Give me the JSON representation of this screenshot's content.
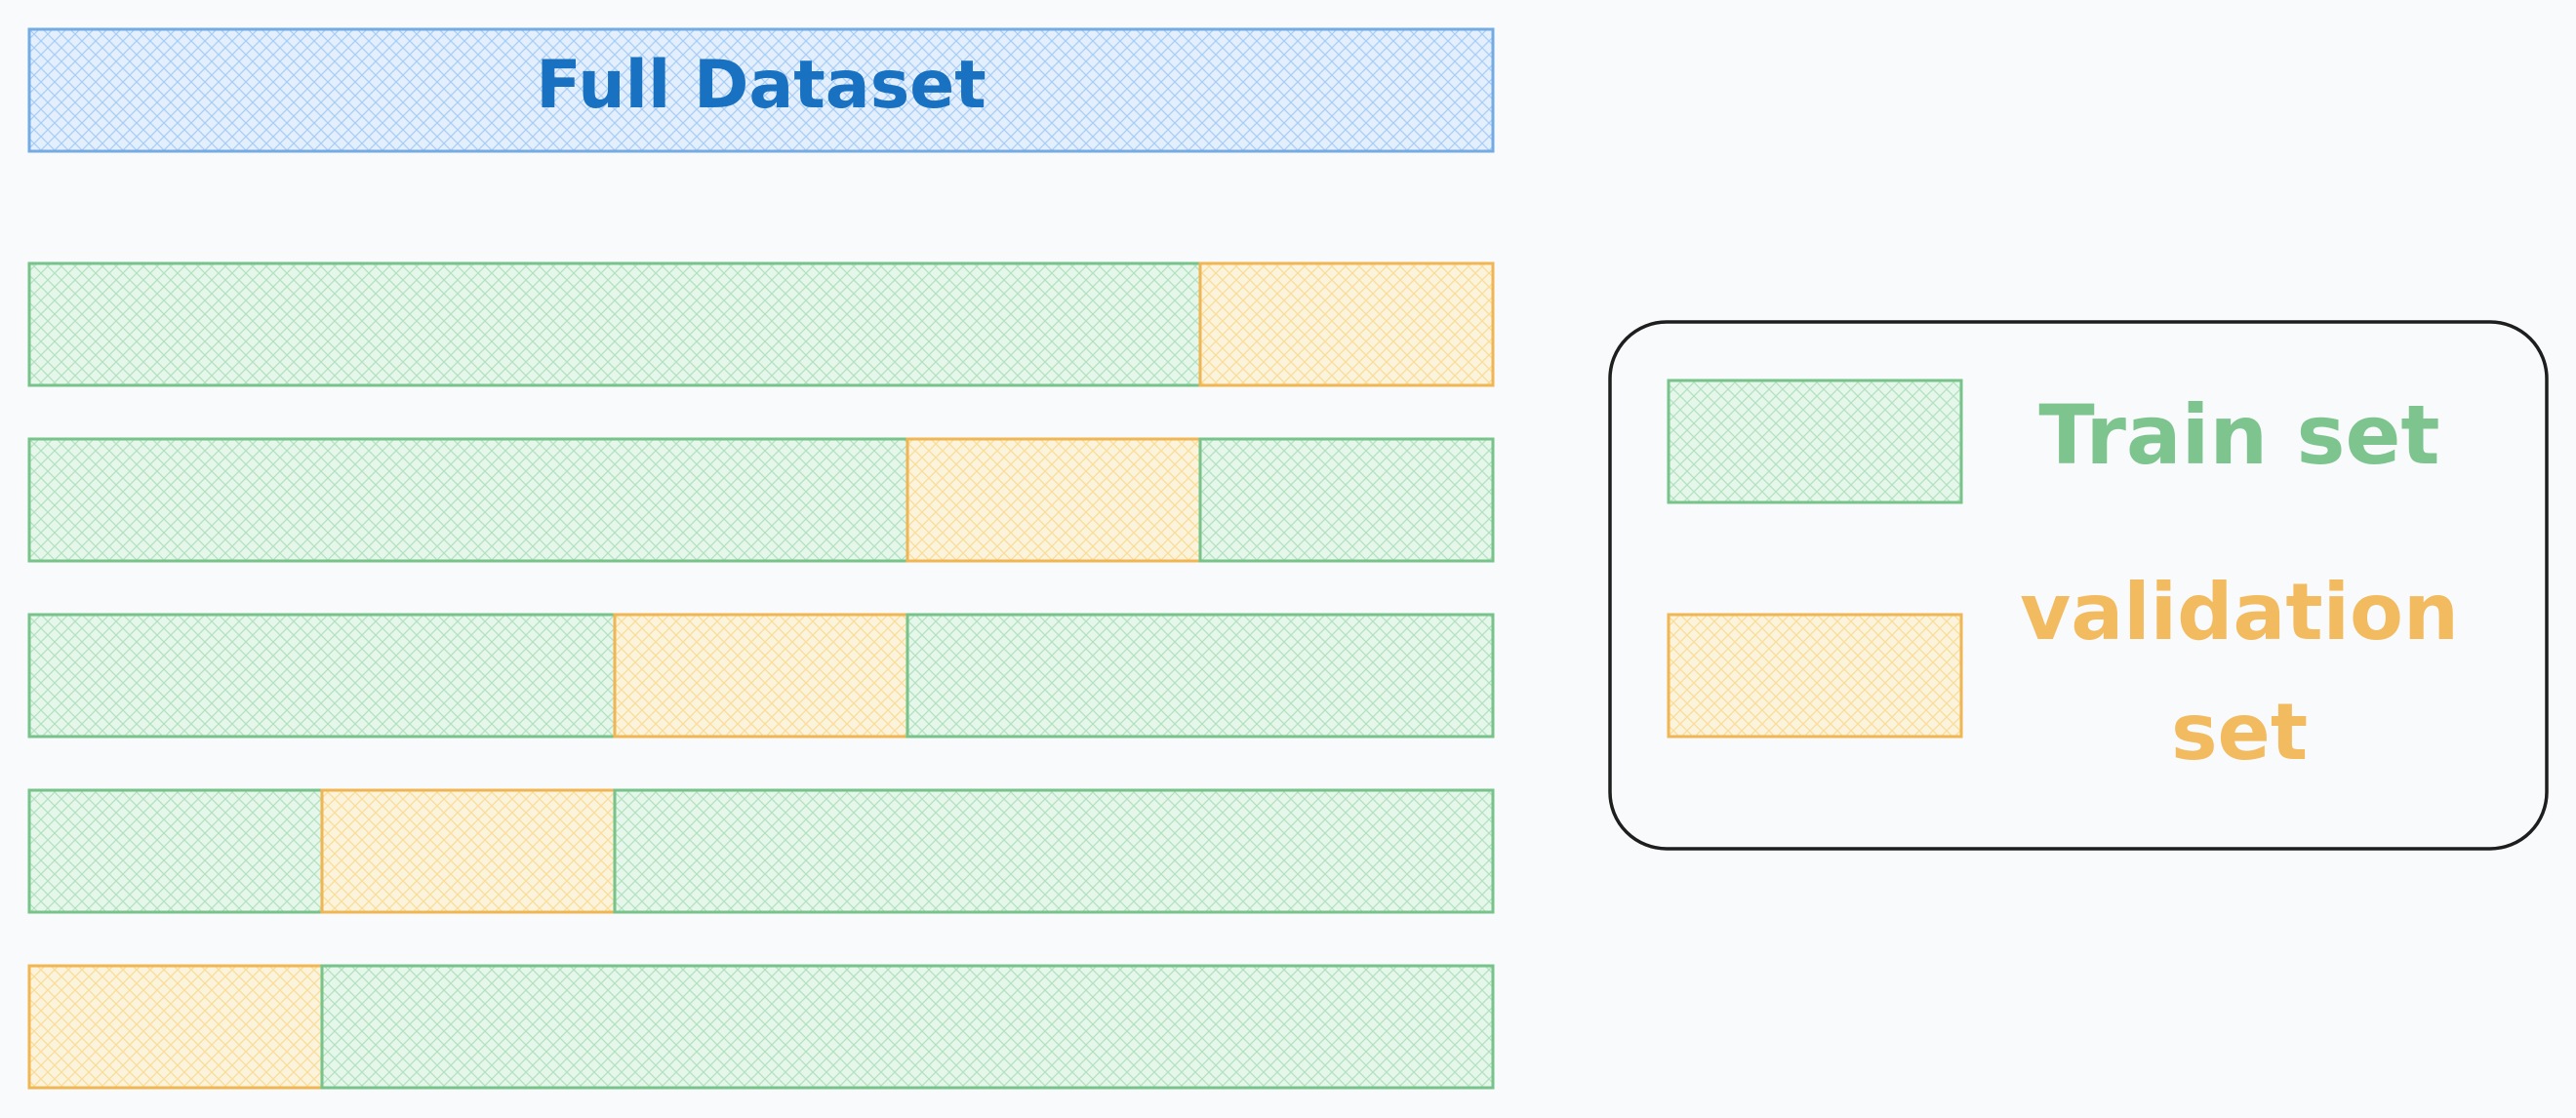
{
  "full_dataset": {
    "label": "Full Dataset"
  },
  "folds": [
    {
      "segments": [
        {
          "kind": "train",
          "units": 4
        },
        {
          "kind": "validation",
          "units": 1
        }
      ]
    },
    {
      "segments": [
        {
          "kind": "train",
          "units": 3
        },
        {
          "kind": "validation",
          "units": 1
        },
        {
          "kind": "train",
          "units": 1
        }
      ]
    },
    {
      "segments": [
        {
          "kind": "train",
          "units": 2
        },
        {
          "kind": "validation",
          "units": 1
        },
        {
          "kind": "train",
          "units": 2
        }
      ]
    },
    {
      "segments": [
        {
          "kind": "train",
          "units": 1
        },
        {
          "kind": "validation",
          "units": 1
        },
        {
          "kind": "train",
          "units": 3
        }
      ]
    },
    {
      "segments": [
        {
          "kind": "validation",
          "units": 1
        },
        {
          "kind": "train",
          "units": 4
        }
      ]
    }
  ],
  "legend": {
    "train_label": "Train set",
    "validation_label_line1": "validation",
    "validation_label_line2": "set"
  },
  "colors": {
    "background": "#f8fafc",
    "full_stroke": "#74abe2",
    "full_fill": "#d2e6fb",
    "full_text": "#1971c2",
    "train_stroke": "#77c38a",
    "train_fill": "#d6f2dd",
    "train_text": "#7dc48e",
    "validation_stroke": "#f0b654",
    "validation_fill": "#fdeec4",
    "validation_text": "#f2bb5f",
    "legend_stroke": "#1e1e1e"
  }
}
